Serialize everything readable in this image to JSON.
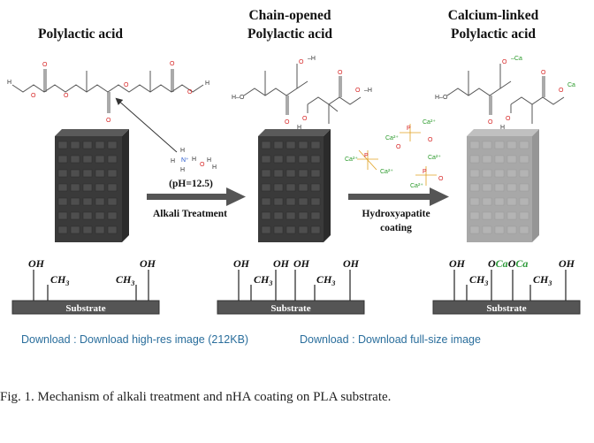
{
  "figure": {
    "titles": {
      "pla": "Polylactic acid",
      "chain_line1": "Chain-opened",
      "chain_line2": "Polylactic acid",
      "calcium_line1": "Calcium-linked",
      "calcium_line2": "Polylactic acid"
    },
    "arrow1": {
      "condition": "(pH=12.5)",
      "label": "Alkali Treatment"
    },
    "arrow2": {
      "label_line1": "Hydroxyapatite",
      "label_line2": "coating"
    },
    "substrate_label": "Substrate",
    "groups": {
      "oh": "OH",
      "ch3": "CH",
      "ch3_sub": "3",
      "o": "O",
      "ca": "Ca"
    },
    "colors": {
      "oxygen": "#d62020",
      "calcium": "#2e9a3a",
      "phosphorus": "#e0a020",
      "scaffold_dark": "#3a3a3a",
      "scaffold_light": "#a8a8a8",
      "arrow": "#555555",
      "substrate": "#555555"
    }
  },
  "links": {
    "high_res": "Download : Download high-res image (212KB)",
    "full_size": "Download : Download full-size image"
  },
  "caption": "Fig. 1. Mechanism of alkali treatment and nHA coating on PLA substrate."
}
